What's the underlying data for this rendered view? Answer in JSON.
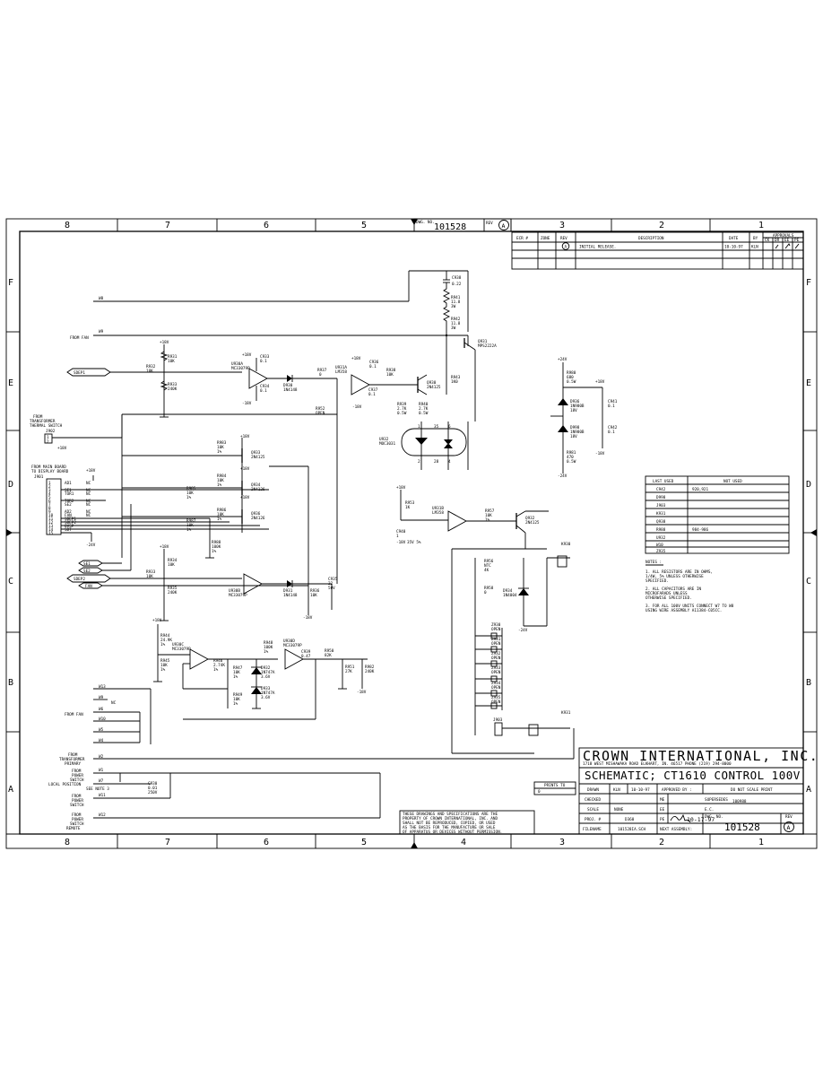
{
  "border": {
    "top_zones": [
      "8",
      "7",
      "6",
      "5",
      "4",
      "3",
      "2",
      "1"
    ],
    "bottom_zones": [
      "8",
      "7",
      "6",
      "5",
      "4",
      "3",
      "2",
      "1"
    ],
    "left_rows": [
      "F",
      "E",
      "D",
      "C",
      "B",
      "A"
    ],
    "right_rows": [
      "F",
      "E",
      "D",
      "C",
      "B",
      "A"
    ]
  },
  "top_tab": {
    "dwg_label": "DWG. NO.",
    "dwg_no": "101528",
    "rev_label": "REV",
    "rev": "A"
  },
  "revision_block": {
    "approvals_label": "APPROVALS",
    "approval_cols": [
      "CK",
      "DR",
      "EE",
      "PE"
    ],
    "headers": [
      "ECR #",
      "ZONE",
      "REV",
      "DESCRIPTION",
      "DATE",
      "BY"
    ],
    "row": {
      "rev": "A",
      "description": "INITIAL RELEASE.",
      "date": "10-10-97",
      "by": "KLN"
    }
  },
  "title_block": {
    "company": "CROWN INTERNATIONAL, INC.",
    "address": "1718 WEST MISHAWAKA ROAD    ELKHART, IN. 46517    PHONE (219) 294-8000",
    "title": "SCHEMATIC; CT1610 CONTROL 100V",
    "drawn_label": "DRAWN",
    "drawn_by": "KLN",
    "drawn_date": "10-10-97",
    "approved_label": "APPROVED BY :",
    "do_not_scale": "DO NOT SCALE PRINT",
    "checked_label": "CHECKED",
    "me_label": "ME",
    "supersedes_label": "SUPERSEDES",
    "supersedes": "100988",
    "scale_label": "SCALE",
    "scale": "NONE",
    "ee_label": "EE",
    "ec_label": "E.C.",
    "proj_label": "PROJ. #",
    "proj": "D360",
    "pe_label": "PE",
    "pe_date": "10-17-97",
    "dwg_label": "DWG. NO.",
    "dwg_no": "101528",
    "rev_label": "REV",
    "rev": "A",
    "filename_label": "FILENAME",
    "filename": "101528IA.SCH",
    "next_assembly_label": "NEXT ASSEMBLY:",
    "prints_to_label": "PRINTS TO",
    "prints_to": "0",
    "proprietary": [
      "THESE DRAWINGS AND SPECIFICATIONS ARE THE",
      "PROPERTY OF CROWN INTERNATIONAL, INC. AND",
      "SHALL NOT BE REPRODUCED, COPIED, OR USED",
      "AS THE BASIS FOR THE MANUFACTURE OR SALE",
      "OF APPARATUS OR DEVICES WITHOUT PERMISSION."
    ]
  },
  "last_used_table": {
    "headers": [
      "LAST USED",
      "NOT USED"
    ],
    "rows": [
      [
        "C942",
        "920,921"
      ],
      [
        "D998",
        ""
      ],
      [
        "J903",
        ""
      ],
      [
        "K931",
        ""
      ],
      [
        "Q938",
        ""
      ],
      [
        "R988",
        "984-986"
      ],
      [
        "U932",
        ""
      ],
      [
        "W10",
        ""
      ],
      [
        "Z935",
        ""
      ]
    ]
  },
  "notes": {
    "heading": "NOTES :",
    "items": [
      [
        "1.  ALL RESISTORS ARE IN OHMS,",
        "    1/4W, 5% UNLESS OTHERWISE",
        "    SPECIFIED."
      ],
      [
        "2.  ALL CAPACITORS ARE IN",
        "    MICROFARADS UNLESS",
        "    OTHERWISE SPECIFIED."
      ],
      [
        "3.  FOR ALL 100V UNITS CONNECT W7 TO W8",
        "    USING WIRE ASSEMBLY A11384-C05CC."
      ]
    ]
  },
  "labels": {
    "from_fan_top": "FROM FAN",
    "from_transformer_switch": [
      "FROM",
      "TRANSFORMER",
      "THERMAL SWITCH"
    ],
    "from_main_board": [
      "FROM MAIN BOARD",
      "TO DISPLAY BOARD"
    ],
    "from_fan_bottom": "FROM FAN",
    "from_transformer_primary": [
      "FROM",
      "TRANSFORMER",
      "PRIMARY"
    ],
    "from_power_local": [
      "FROM",
      "POWER",
      "SWITCH",
      "LOCAL POSITION"
    ],
    "see_note": "SEE NOTE 3",
    "from_power_switch": [
      "FROM",
      "POWER",
      "SWITCH"
    ],
    "from_power_remote": [
      "FROM",
      "POWER",
      "SWITCH",
      "REMOTE",
      "POSITION"
    ],
    "header_pins": [
      "1",
      "2",
      "3",
      "4",
      "5",
      "6",
      "7",
      "8",
      "9",
      "10",
      "11",
      "12",
      "13",
      "14",
      "15"
    ],
    "header_nets": [
      "AD1",
      "",
      "SE1",
      "TOR1",
      "",
      "TOR2",
      "SE2",
      "",
      "AD2",
      "FAN",
      "SDEP1",
      "SDEP2",
      "OVSP",
      "SDT",
      ""
    ],
    "header_nc": [
      "NC",
      "",
      "NC",
      "NC",
      "",
      "NC",
      "NC",
      "",
      "NC",
      "NC",
      "",
      "",
      "",
      "",
      ""
    ],
    "ports": [
      "SDEP1",
      "SDEP2",
      "FAN",
      "SE1",
      "SE2"
    ],
    "wires": [
      "W8",
      "W9",
      "W13",
      "W6",
      "W10",
      "W5",
      "W4",
      "W2",
      "W1",
      "W7",
      "W11",
      "W12",
      "W3"
    ]
  },
  "parts": [
    [
      "C938",
      "0.22"
    ],
    [
      "R941",
      "11.8",
      "3W"
    ],
    [
      "R942",
      "11.8",
      "3W"
    ],
    [
      "Q931",
      "MPS2222A"
    ],
    [
      "R943",
      "1K0"
    ],
    [
      "R931",
      "10K"
    ],
    [
      "R932",
      "10K"
    ],
    [
      "R933",
      "240K"
    ],
    [
      "U930A",
      "MC33079P"
    ],
    [
      "C933",
      "0.1"
    ],
    [
      "C934",
      "0.1"
    ],
    [
      "D930",
      "1N4148"
    ],
    [
      "R937",
      "0"
    ],
    [
      "U931A",
      "LM358"
    ],
    [
      "C936",
      "0.1"
    ],
    [
      "C937",
      "0.1"
    ],
    [
      "R938",
      "10K"
    ],
    [
      "Q930",
      "2N4125"
    ],
    [
      "R939",
      "2.7K",
      "0.5W"
    ],
    [
      "R940",
      "2.7K",
      "0.5W"
    ],
    [
      "R952",
      "OPEN"
    ],
    [
      "U932",
      "MOC3031"
    ],
    [
      "R983",
      "10K",
      "1%"
    ],
    [
      "Q933",
      "2N4125"
    ],
    [
      "R984",
      "10K",
      "1%"
    ],
    [
      "Q934",
      "2N4126"
    ],
    [
      "R985",
      "10K",
      "1%"
    ],
    [
      "Q935",
      "2N4126"
    ],
    [
      "R986",
      "10K",
      "1%"
    ],
    [
      "Q936",
      "2N4126"
    ],
    [
      "R987",
      "10K",
      "1%"
    ],
    [
      "R988",
      "100K",
      "1%"
    ],
    [
      "R980",
      "680",
      "0.5W"
    ],
    [
      "C941",
      "0.1"
    ],
    [
      "D936",
      "1N980B",
      "18V"
    ],
    [
      "C942",
      "0.1"
    ],
    [
      "D998",
      "1N980B",
      "18V"
    ],
    [
      "R981",
      "470",
      "0.5W"
    ],
    [
      "R953",
      "1K"
    ],
    [
      "U931B",
      "LM358"
    ],
    [
      "C940",
      "1",
      "35V",
      "5%"
    ],
    [
      "R957",
      "10K"
    ],
    [
      "Q932",
      "2N4125"
    ],
    [
      "K930"
    ],
    [
      "R934",
      "10K"
    ],
    [
      "R935",
      "240K"
    ],
    [
      "U930B",
      "MC33079P"
    ],
    [
      "D931",
      "1N4148"
    ],
    [
      "R936",
      "10K"
    ],
    [
      "C935",
      "22",
      "50V"
    ],
    [
      "R956",
      "NTC",
      "4K"
    ],
    [
      "R958",
      "0"
    ],
    [
      "D934",
      "1N4004"
    ],
    [
      "R944",
      "24.9K",
      "1%"
    ],
    [
      "R945",
      "10K",
      "1%"
    ],
    [
      "U930C",
      "MC33079P"
    ],
    [
      "R946",
      "2.74K",
      "1%"
    ],
    [
      "R947",
      "10K",
      "1%"
    ],
    [
      "D932",
      "1N747A",
      "3.6V"
    ],
    [
      "D933",
      "1N747A",
      "3.6V"
    ],
    [
      "R949",
      "10K",
      "1%"
    ],
    [
      "R948",
      "100K",
      "1%"
    ],
    [
      "U930D",
      "MC33079P"
    ],
    [
      "C939",
      "0.47"
    ],
    [
      "R950",
      "82K"
    ],
    [
      "R951",
      "27K"
    ],
    [
      "R982",
      "240K"
    ],
    [
      "C930",
      "0.01",
      "250V"
    ],
    [
      "J902"
    ],
    [
      "K931"
    ],
    [
      "J903"
    ],
    [
      "Z930",
      "OPEN"
    ],
    [
      "Z931",
      "OPEN"
    ],
    [
      "Z932",
      "OPEN"
    ],
    [
      "Z933",
      "OPEN"
    ],
    [
      "Z934",
      "OPEN"
    ],
    [
      "Z935",
      "OPEN"
    ]
  ],
  "rails": [
    "+18V",
    "-18V",
    "+24V",
    "-24V"
  ]
}
